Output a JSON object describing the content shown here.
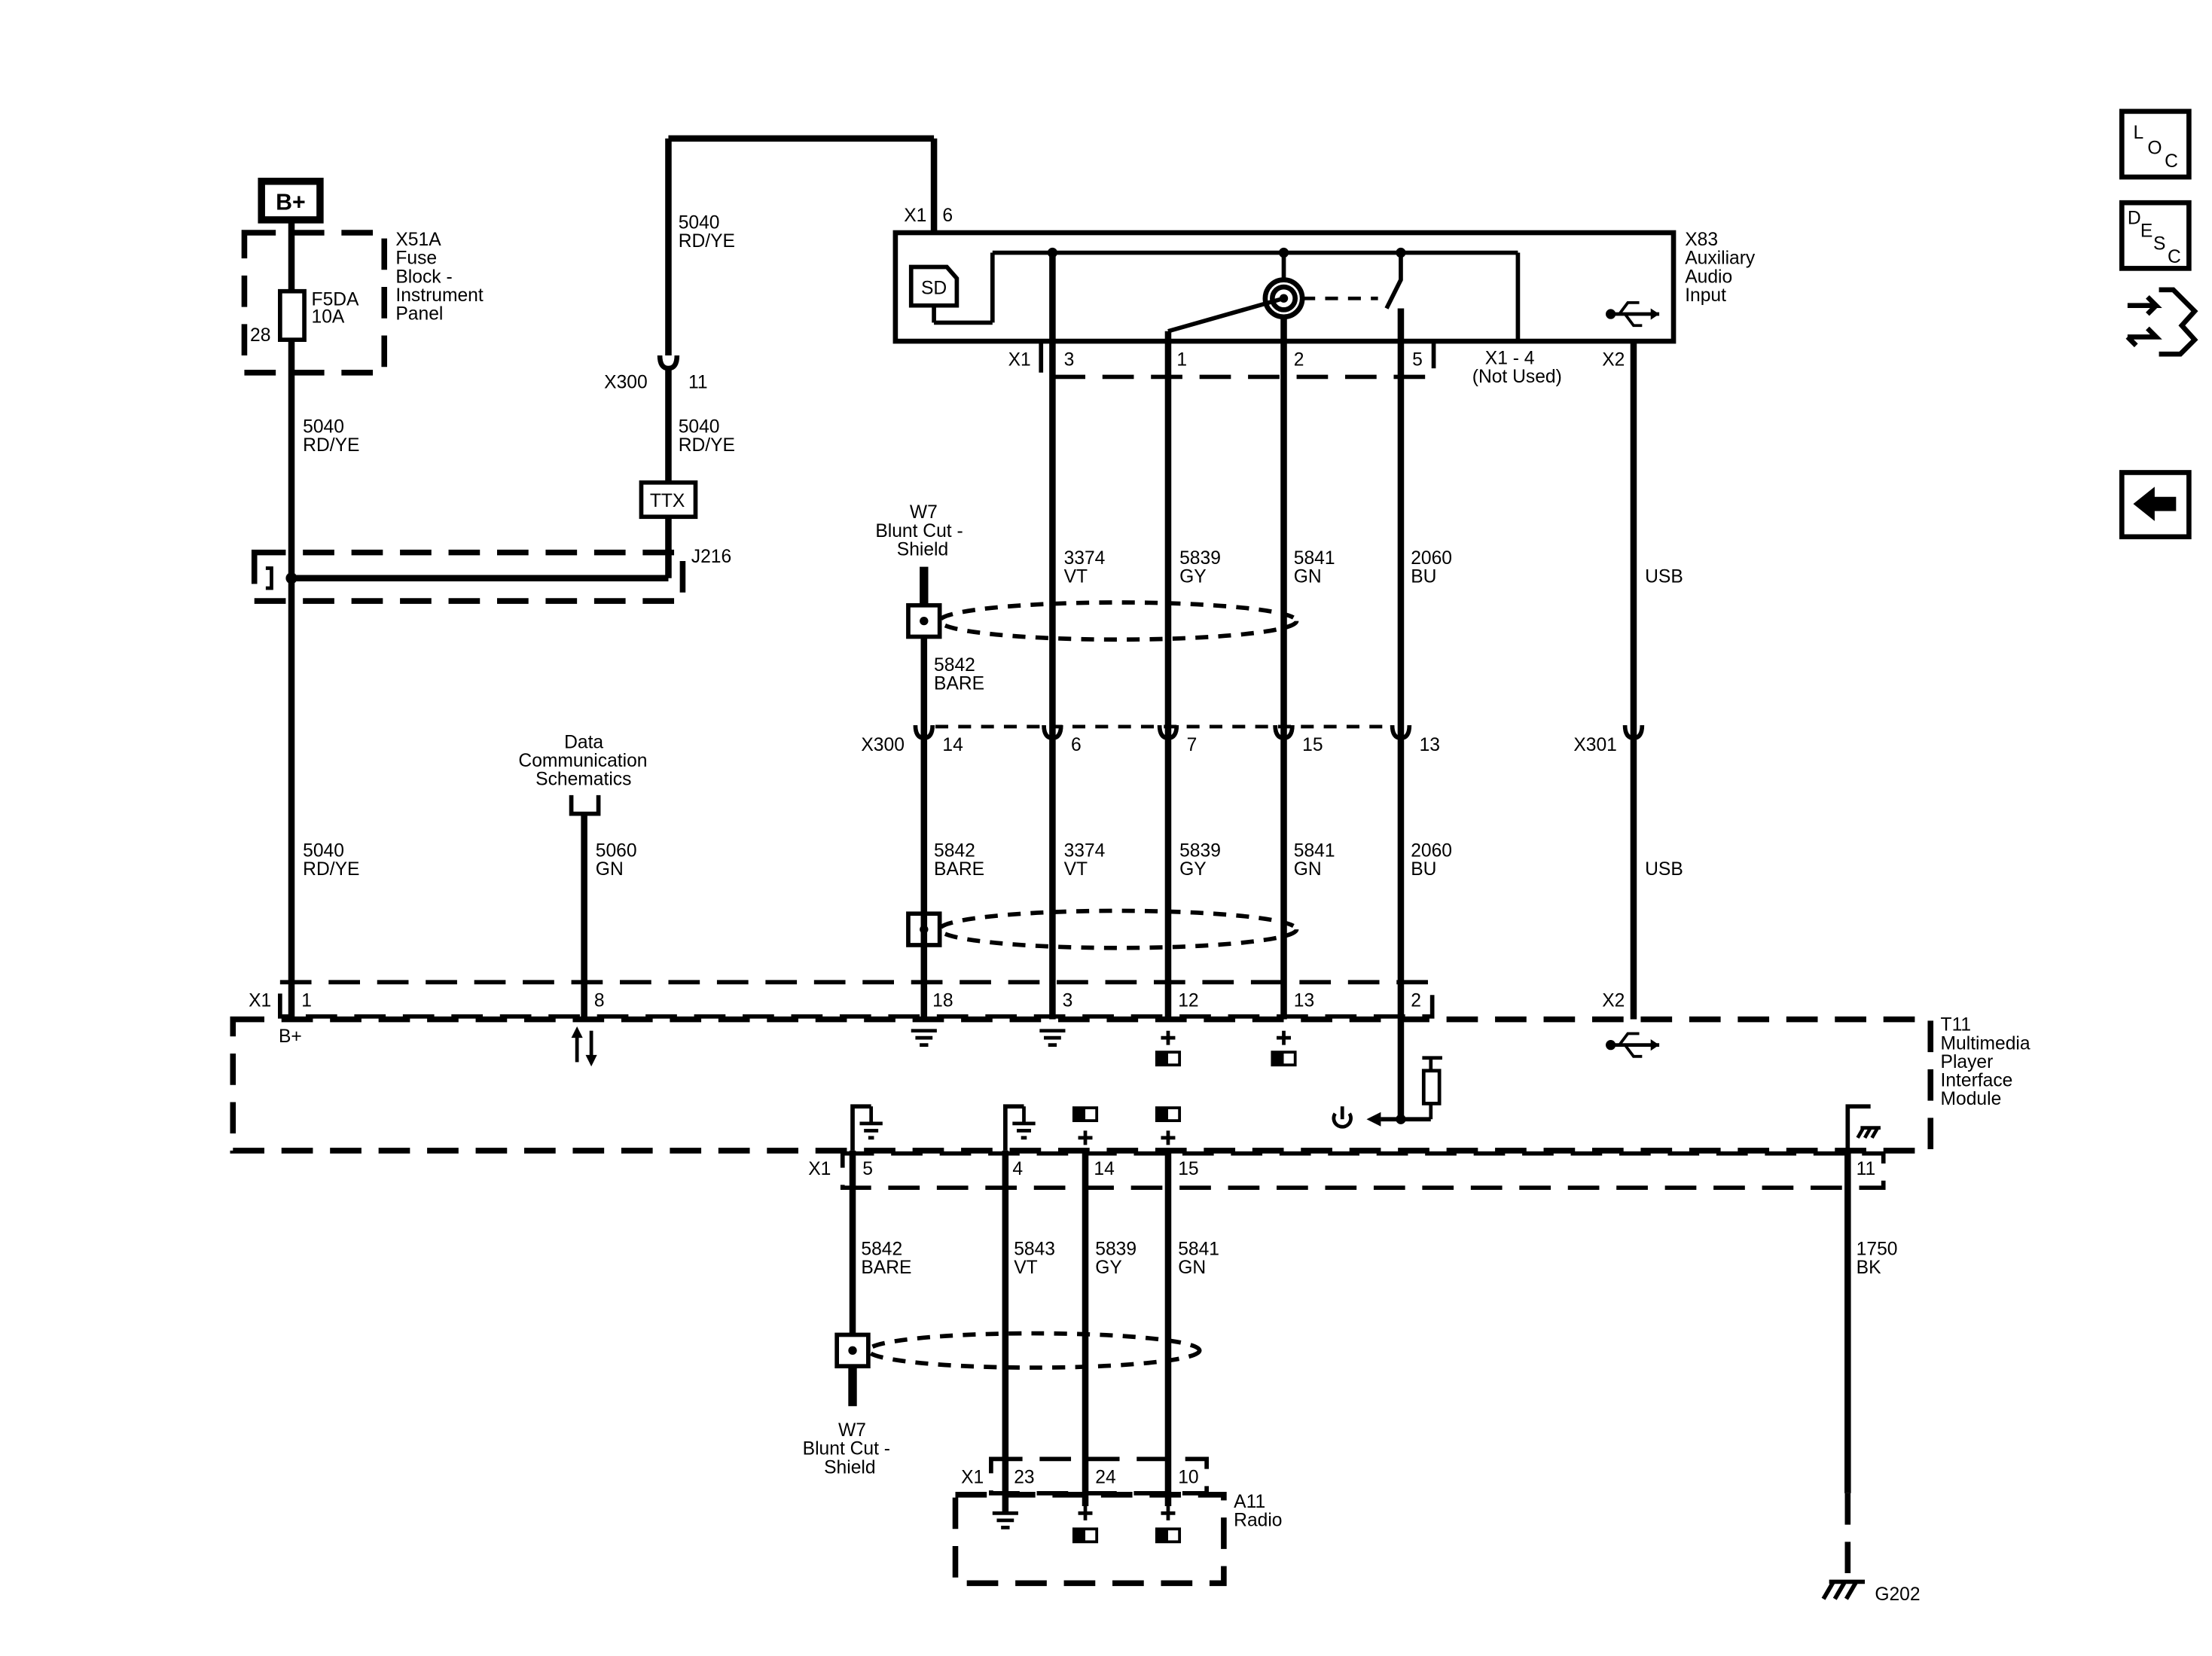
{
  "nav": {
    "loc": [
      "L",
      "O",
      "C"
    ],
    "desc": [
      "D",
      "E",
      "S",
      "C"
    ],
    "loc_icon": "loc-icon",
    "desc_icon": "desc-icon",
    "connector_icon": "connector-view-icon",
    "back_icon": "back-arrow-icon"
  },
  "battery": {
    "label": "B+"
  },
  "fuse_block": {
    "ref": "X51A",
    "lines": [
      "Fuse",
      "Block -",
      "Instrument",
      "Panel"
    ],
    "fuse": "F5DA",
    "rating": "10A",
    "pin": "28"
  },
  "wires_left": {
    "c1_num": "5040",
    "c1_col": "RD/YE",
    "c2_num": "5040",
    "c2_col": "RD/YE",
    "c3_num": "5040",
    "c3_col": "RD/YE",
    "c4_num": "5040",
    "c4_col": "RD/YE"
  },
  "x300_top": {
    "ref": "X300",
    "pin": "11"
  },
  "ttx": "TTX",
  "j216": "J216",
  "data_comm": {
    "lines": [
      "Data",
      "Communication",
      "Schematics"
    ],
    "num": "5060",
    "col": "GN"
  },
  "x83": {
    "x1_ref": "X1",
    "x1_pin": "6",
    "sd": "SD",
    "lines": [
      "X83",
      "Auxiliary",
      "Audio",
      "Input"
    ],
    "x1_bottom": "X1",
    "pins": [
      "3",
      "1",
      "2",
      "5"
    ],
    "not_used_1": "X1 - 4",
    "not_used_2": "(Not Used)",
    "x2_ref": "X2"
  },
  "shield_top": {
    "lines": [
      "W7",
      "Blunt Cut -",
      "Shield"
    ],
    "num": "5842",
    "col": "BARE"
  },
  "wires_upper": [
    {
      "num": "3374",
      "col": "VT"
    },
    {
      "num": "5839",
      "col": "GY"
    },
    {
      "num": "5841",
      "col": "GN"
    },
    {
      "num": "2060",
      "col": "BU"
    },
    {
      "num": "",
      "col": "USB"
    }
  ],
  "x300_mid": {
    "ref": "X300",
    "pins": [
      "14",
      "6",
      "7",
      "15",
      "13"
    ]
  },
  "x301": {
    "ref": "X301"
  },
  "wires_lower": [
    {
      "num": "5842",
      "col": "BARE"
    },
    {
      "num": "3374",
      "col": "VT"
    },
    {
      "num": "5839",
      "col": "GY"
    },
    {
      "num": "5841",
      "col": "GN"
    },
    {
      "num": "2060",
      "col": "BU"
    },
    {
      "num": "",
      "col": "USB"
    }
  ],
  "t11": {
    "x1_ref": "X1",
    "pins_top": [
      "1",
      "8",
      "18",
      "3",
      "12",
      "13",
      "2"
    ],
    "bplus": "B+",
    "x2_ref": "X2",
    "lines": [
      "T11",
      "Multimedia",
      "Player",
      "Interface",
      "Module"
    ],
    "x1_bottom": "X1",
    "pins_bottom": [
      "5",
      "4",
      "14",
      "15",
      "11"
    ]
  },
  "wires_bottom": [
    {
      "num": "5842",
      "col": "BARE"
    },
    {
      "num": "5843",
      "col": "VT"
    },
    {
      "num": "5839",
      "col": "GY"
    },
    {
      "num": "5841",
      "col": "GN"
    },
    {
      "num": "1750",
      "col": "BK"
    }
  ],
  "shield_bottom": {
    "lines": [
      "W7",
      "Blunt Cut -",
      "Shield"
    ]
  },
  "a11": {
    "x1_ref": "X1",
    "pins": [
      "23",
      "24",
      "10"
    ],
    "lines": [
      "A11",
      "Radio"
    ]
  },
  "ground": {
    "ref": "G202"
  }
}
